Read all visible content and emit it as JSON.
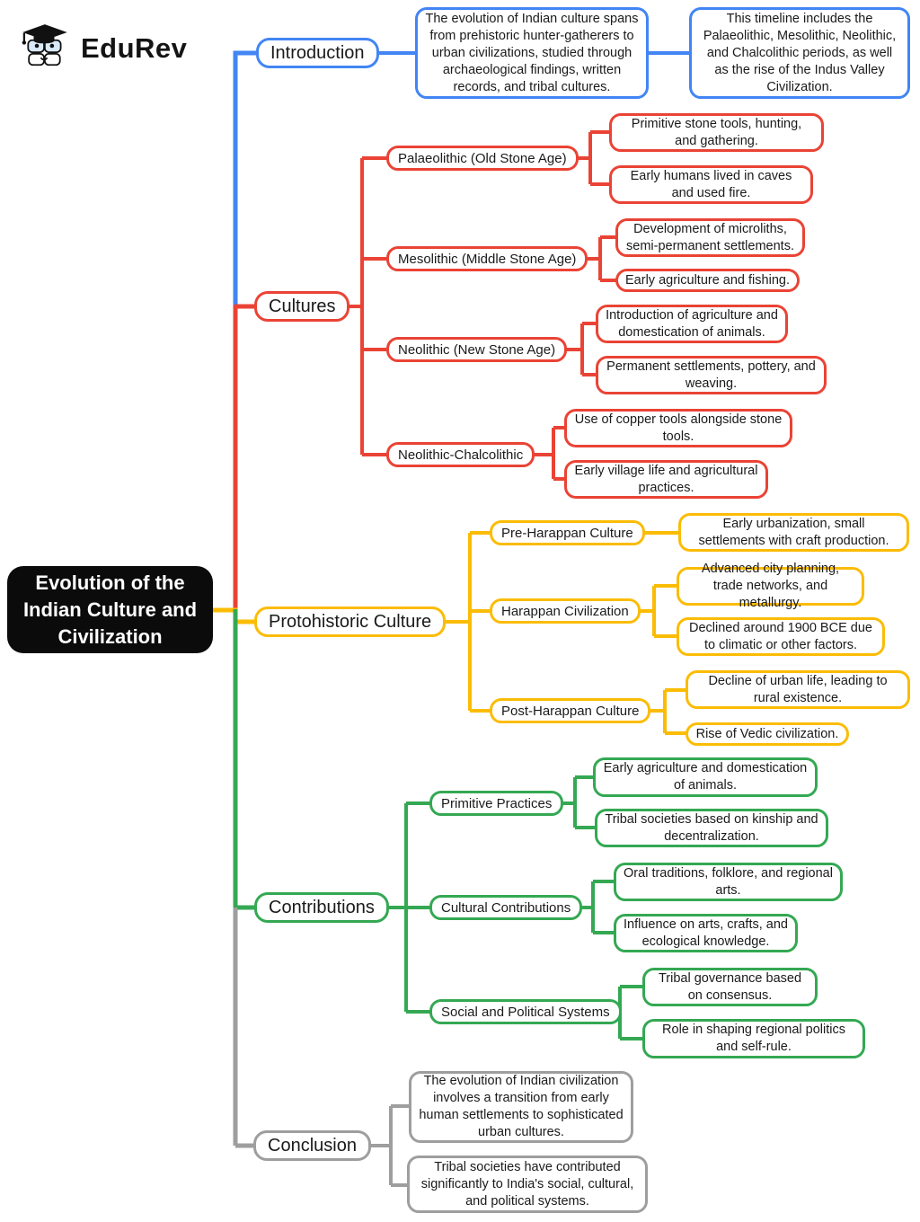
{
  "logo": {
    "text": "EduRev",
    "icon": "graduation-cap-owl-icon"
  },
  "root": {
    "title": "Evolution of the Indian Culture and Civilization"
  },
  "colors": {
    "introduction": "#4285F4",
    "cultures": "#EA4335",
    "protohistoric": "#FBBC05",
    "contributions": "#34A853",
    "conclusion": "#9E9E9E",
    "root_bg": "#0b0b0b",
    "root_text": "#ffffff"
  },
  "branches": [
    {
      "label": "Introduction",
      "notes": [
        "The evolution of Indian culture spans from prehistoric hunter-gatherers to urban civilizations, studied through archaeological findings, written records, and tribal cultures.",
        "This timeline includes the Palaeolithic, Mesolithic, Neolithic, and Chalcolithic periods, as well as the rise of the Indus Valley Civilization."
      ]
    },
    {
      "label": "Cultures",
      "children": [
        {
          "label": "Palaeolithic (Old Stone Age)",
          "leaves": [
            "Primitive stone tools, hunting, and gathering.",
            "Early humans lived in caves and used fire."
          ]
        },
        {
          "label": "Mesolithic (Middle Stone Age)",
          "leaves": [
            "Development of microliths, semi-permanent settlements.",
            "Early agriculture and fishing."
          ]
        },
        {
          "label": "Neolithic (New Stone Age)",
          "leaves": [
            "Introduction of agriculture and domestication of animals.",
            "Permanent settlements, pottery, and weaving."
          ]
        },
        {
          "label": "Neolithic-Chalcolithic",
          "leaves": [
            "Use of copper tools alongside stone tools.",
            "Early village life and agricultural practices."
          ]
        }
      ]
    },
    {
      "label": "Protohistoric Culture",
      "children": [
        {
          "label": "Pre-Harappan Culture",
          "leaves": [
            "Early urbanization, small settlements with craft production."
          ]
        },
        {
          "label": "Harappan Civilization",
          "leaves": [
            "Advanced city planning, trade networks, and metallurgy.",
            "Declined around 1900 BCE due to climatic or other factors."
          ]
        },
        {
          "label": "Post-Harappan Culture",
          "leaves": [
            "Decline of urban life, leading to rural existence.",
            "Rise of Vedic civilization."
          ]
        }
      ]
    },
    {
      "label": "Contributions",
      "children": [
        {
          "label": "Primitive Practices",
          "leaves": [
            "Early agriculture and domestication of animals.",
            "Tribal societies based on kinship and decentralization."
          ]
        },
        {
          "label": "Cultural Contributions",
          "leaves": [
            "Oral traditions, folklore, and regional arts.",
            "Influence on arts, crafts, and ecological knowledge."
          ]
        },
        {
          "label": "Social and Political Systems",
          "leaves": [
            "Tribal governance based on consensus.",
            "Role in shaping regional politics and self-rule."
          ]
        }
      ]
    },
    {
      "label": "Conclusion",
      "notes": [
        "The evolution of Indian civilization involves a transition from early human settlements to sophisticated urban cultures.",
        "Tribal societies have contributed significantly to India's social, cultural, and political systems."
      ]
    }
  ]
}
